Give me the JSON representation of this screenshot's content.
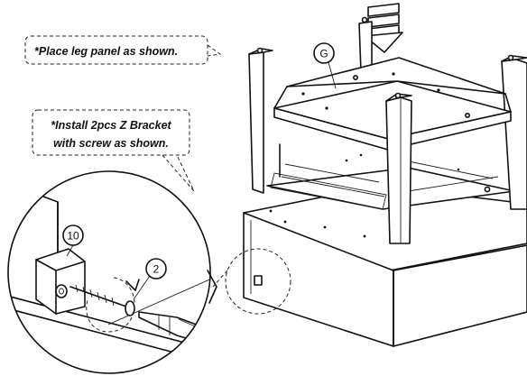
{
  "notes": {
    "place_leg_panel": "*Place leg panel as shown.",
    "install_line1": "*Install 2pcs Z Bracket",
    "install_line2": "with screw as shown."
  },
  "part_labels": {
    "panel": "G",
    "bracket": "10",
    "screw": "2"
  },
  "colors": {
    "line": "#111111",
    "background": "#ffffff"
  }
}
